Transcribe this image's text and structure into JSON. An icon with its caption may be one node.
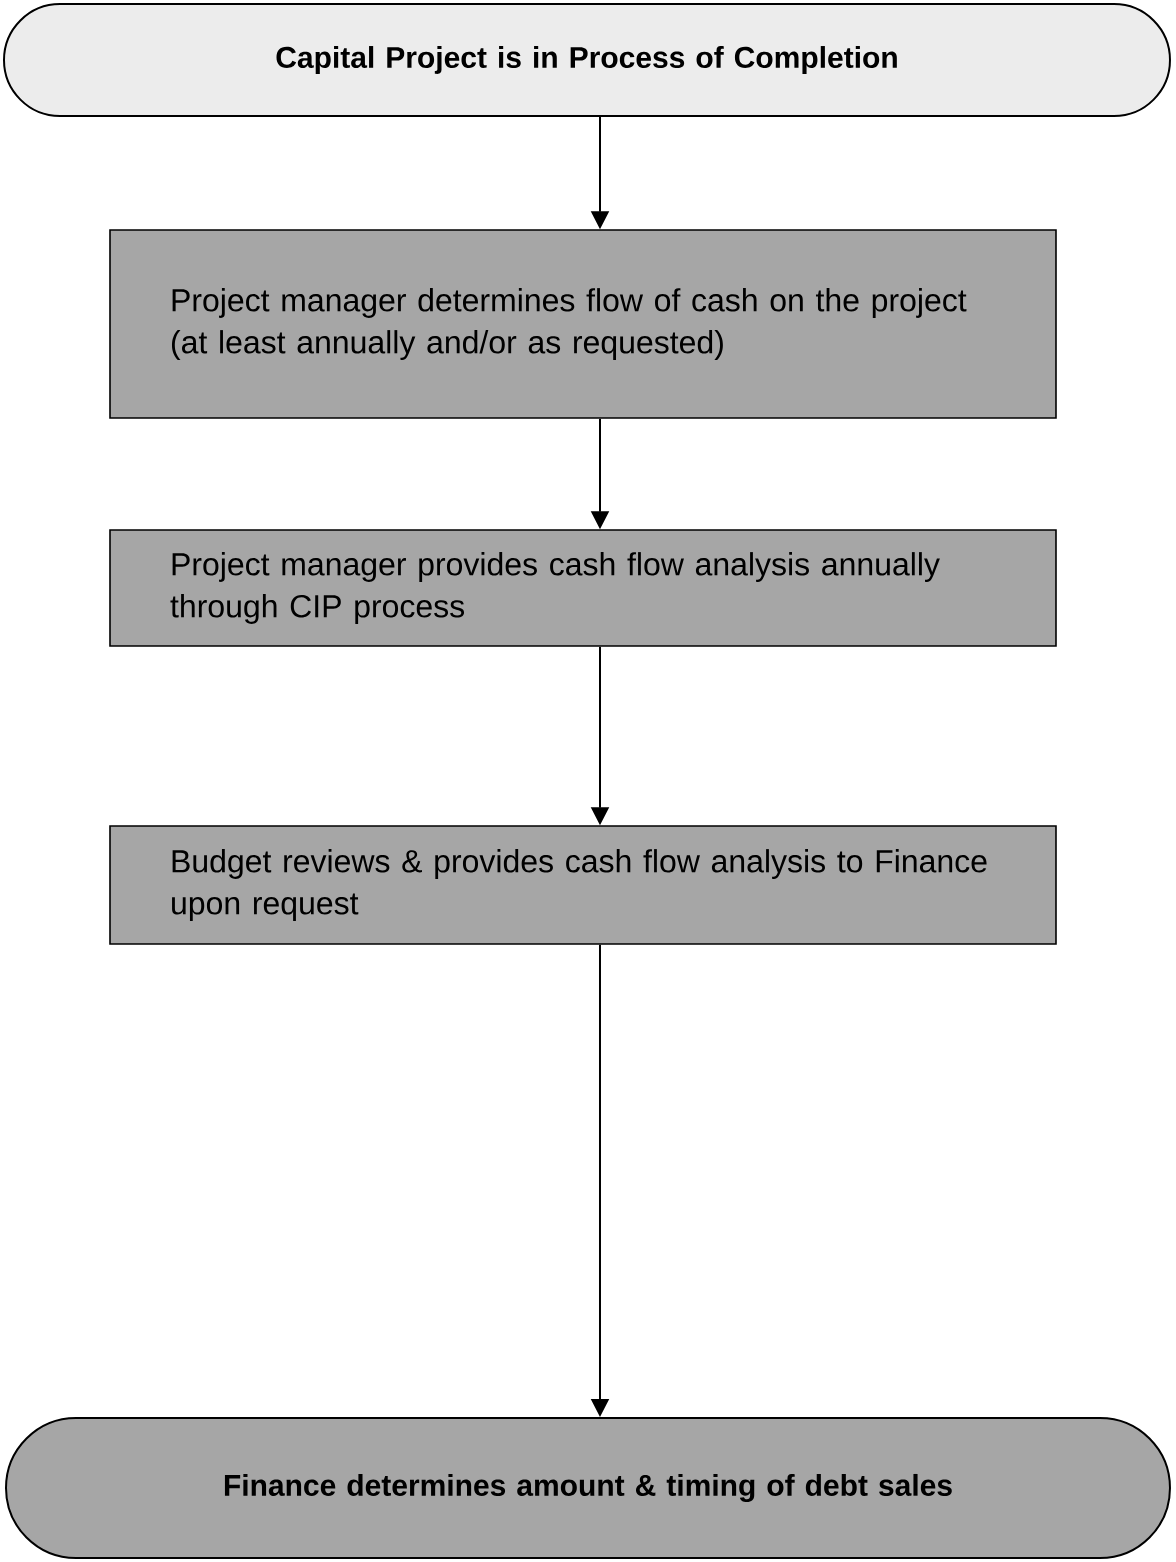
{
  "diagram": {
    "nodes": [
      {
        "text": [
          "Capital Project is in Process of Completion"
        ]
      },
      {
        "text": [
          "Project manager determines flow of cash on the project (at least annually and/or as requested)"
        ]
      },
      {
        "text": [
          "Project manager provides cash flow analysis annually through CIP process"
        ]
      },
      {
        "text": [
          "Budget reviews & provides cash flow analysis to Finance upon request"
        ]
      },
      {
        "text": [
          "Finance determines amount & timing of debt sales"
        ]
      }
    ],
    "edges": [
      {
        "from": 0,
        "to": 1,
        "arrow": "to"
      },
      {
        "from": 1,
        "to": 2,
        "arrow": "to"
      },
      {
        "from": 2,
        "to": 3,
        "arrow": "to"
      },
      {
        "from": 3,
        "to": 4,
        "arrow": "to"
      }
    ]
  }
}
